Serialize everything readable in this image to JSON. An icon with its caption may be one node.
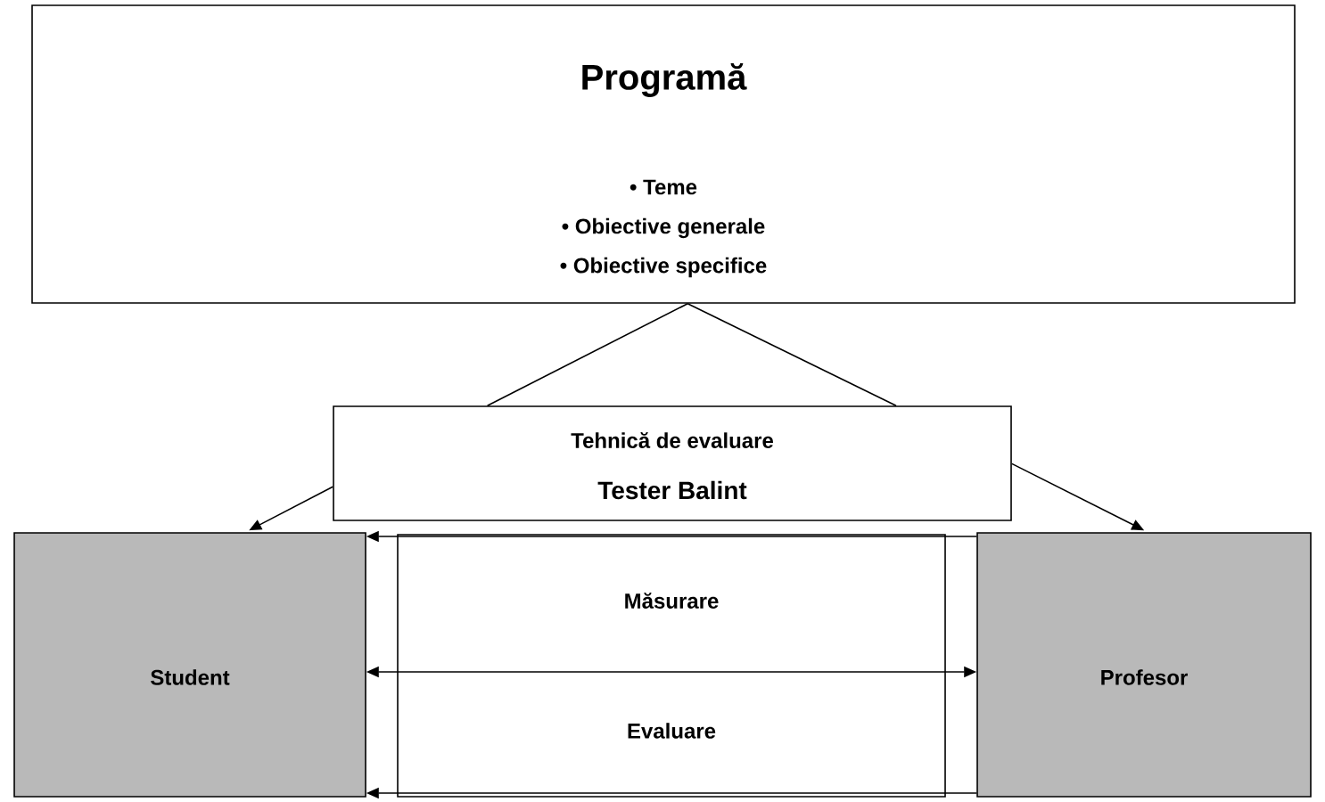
{
  "diagram": {
    "nodes": [
      {
        "text": [
          "Programă",
          "• Teme",
          "• Obiective generale",
          "• Obiective specifice"
        ]
      },
      {
        "text": [
          "Tehnică de evaluare",
          "Tester Balint"
        ]
      },
      {
        "text": [
          "Student"
        ]
      },
      {
        "text": [
          "Profesor"
        ]
      }
    ],
    "edges": [
      {
        "from": 0,
        "to": 1,
        "arrow": "none"
      },
      {
        "from": 0,
        "to": 1,
        "arrow": "none"
      },
      {
        "from": 1,
        "to": 2,
        "arrow": "to"
      },
      {
        "from": 1,
        "to": 3,
        "arrow": "to"
      },
      {
        "from": 3,
        "to": 2,
        "arrow": "to"
      },
      {
        "from": 2,
        "to": 3,
        "arrow": "both"
      },
      {
        "from": 3,
        "to": 2,
        "arrow": "to"
      }
    ],
    "labels": [
      "Măsurare",
      "Evaluare"
    ]
  }
}
